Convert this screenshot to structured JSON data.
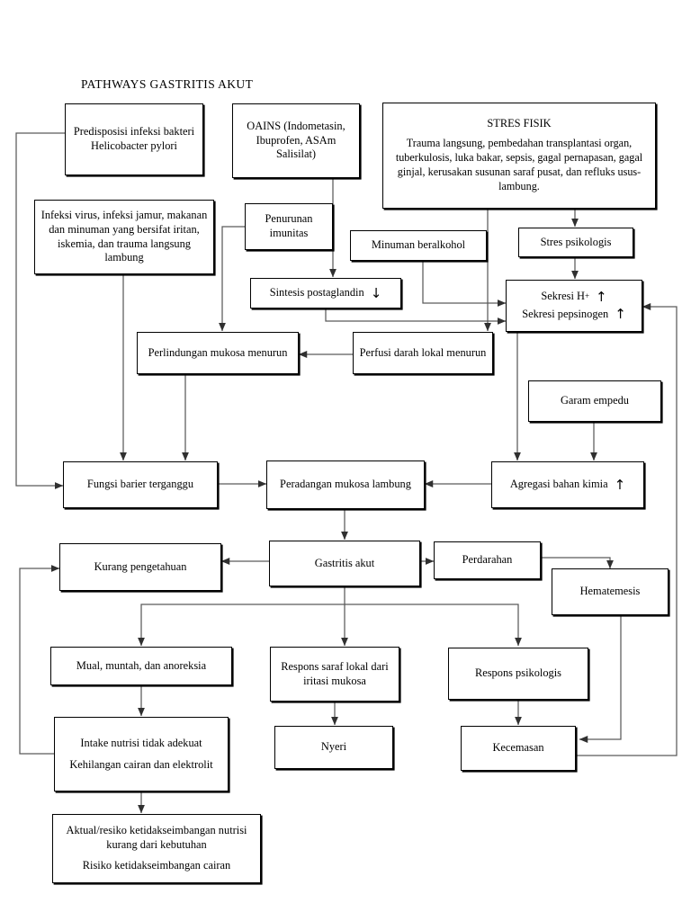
{
  "title": "PATHWAYS GASTRITIS AKUT",
  "nodes": {
    "predisposisi": {
      "text": "Predisposisi infeksi bakteri Helicobacter pylori"
    },
    "oains": {
      "text": "OAINS (Indometasin, Ibuprofen, ASAm Salisilat)"
    },
    "stres_fisik": {
      "heading": "STRES FISIK",
      "body": "Trauma langsung, pembedahan transplantasi organ, tuberkulosis, luka bakar, sepsis, gagal pernapasan, gagal ginjal, kerusakan susunan saraf pusat, dan refluks usus-lambung."
    },
    "infeksi_virus": {
      "text": "Infeksi virus, infeksi jamur, makanan dan minuman yang bersifat iritan, iskemia, dan trauma langsung lambung"
    },
    "penurunan_imunitas": {
      "text": "Penurunan imunitas"
    },
    "minuman_beralkohol": {
      "text": "Minuman beralkohol"
    },
    "stres_psikologis": {
      "text": "Stres psikologis"
    },
    "sintesis_postaglandin": {
      "text": "Sintesis postaglandin",
      "arrow": "↓"
    },
    "sekresi": {
      "line1": "Sekresi H",
      "line1_sup": "+",
      "line1_arrow": "↑",
      "line2": "Sekresi pepsinogen",
      "line2_arrow": "↑"
    },
    "perlindungan_mukosa": {
      "text": "Perlindungan mukosa menurun"
    },
    "perfusi_darah": {
      "text": "Perfusi darah lokal menurun"
    },
    "garam_empedu": {
      "text": "Garam empedu"
    },
    "fungsi_barier": {
      "text": "Fungsi barier terganggu"
    },
    "peradangan_mukosa": {
      "text": "Peradangan mukosa lambung"
    },
    "agregasi_kimia": {
      "text": "Agregasi bahan kimia",
      "arrow": "↑"
    },
    "kurang_pengetahuan": {
      "text": "Kurang pengetahuan"
    },
    "gastritis_akut": {
      "text": "Gastritis akut"
    },
    "perdarahan": {
      "text": "Perdarahan"
    },
    "hematemesis": {
      "text": "Hematemesis"
    },
    "mual_muntah": {
      "text": "Mual, muntah, dan anoreksia"
    },
    "respons_saraf": {
      "text": "Respons saraf lokal dari iritasi mukosa"
    },
    "respons_psikologis": {
      "text": "Respons psikologis"
    },
    "intake_nutrisi": {
      "para1": "Intake nutrisi tidak adekuat",
      "para2": "Kehilangan cairan dan elektrolit"
    },
    "nyeri": {
      "text": "Nyeri"
    },
    "kecemasan": {
      "text": "Kecemasan"
    },
    "aktual_resiko": {
      "para1": "Aktual/resiko ketidakseimbangan nutrisi kurang dari kebutuhan",
      "para2": "Risiko ketidakseimbangan cairan"
    }
  },
  "colors": {
    "background": "#ffffff",
    "box_border": "#000000",
    "edge_line": "#595959",
    "text": "#000000"
  },
  "chart_data": {
    "type": "diagram",
    "diagram_kind": "flowchart",
    "title": "PATHWAYS GASTRITIS AKUT",
    "edges": [
      {
        "from": "predisposisi",
        "to": "fungsi_barier"
      },
      {
        "from": "oains",
        "to": "sintesis_postaglandin"
      },
      {
        "from": "stres_fisik",
        "to": "perfusi_darah"
      },
      {
        "from": "stres_fisik",
        "to": "stres_psikologis"
      },
      {
        "from": "infeksi_virus",
        "to": "fungsi_barier"
      },
      {
        "from": "penurunan_imunitas",
        "to": "perlindungan_mukosa"
      },
      {
        "from": "minuman_beralkohol",
        "to": "sekresi"
      },
      {
        "from": "stres_psikologis",
        "to": "sekresi"
      },
      {
        "from": "sintesis_postaglandin",
        "to": "sekresi"
      },
      {
        "from": "sintesis_postaglandin",
        "to": "perfusi_darah"
      },
      {
        "from": "perfusi_darah",
        "to": "perlindungan_mukosa"
      },
      {
        "from": "perlindungan_mukosa",
        "to": "fungsi_barier"
      },
      {
        "from": "sekresi",
        "to": "agregasi_kimia"
      },
      {
        "from": "garam_empedu",
        "to": "agregasi_kimia"
      },
      {
        "from": "fungsi_barier",
        "to": "peradangan_mukosa"
      },
      {
        "from": "agregasi_kimia",
        "to": "peradangan_mukosa"
      },
      {
        "from": "peradangan_mukosa",
        "to": "gastritis_akut"
      },
      {
        "from": "gastritis_akut",
        "to": "kurang_pengetahuan"
      },
      {
        "from": "gastritis_akut",
        "to": "perdarahan"
      },
      {
        "from": "gastritis_akut",
        "to": "mual_muntah"
      },
      {
        "from": "gastritis_akut",
        "to": "respons_saraf"
      },
      {
        "from": "gastritis_akut",
        "to": "respons_psikologis"
      },
      {
        "from": "perdarahan",
        "to": "hematemesis"
      },
      {
        "from": "mual_muntah",
        "to": "intake_nutrisi"
      },
      {
        "from": "intake_nutrisi",
        "to": "aktual_resiko"
      },
      {
        "from": "intake_nutrisi",
        "to": "kurang_pengetahuan"
      },
      {
        "from": "respons_saraf",
        "to": "nyeri"
      },
      {
        "from": "respons_psikologis",
        "to": "kecemasan"
      },
      {
        "from": "hematemesis",
        "to": "kecemasan"
      },
      {
        "from": "kecemasan",
        "to": "sekresi"
      }
    ]
  }
}
